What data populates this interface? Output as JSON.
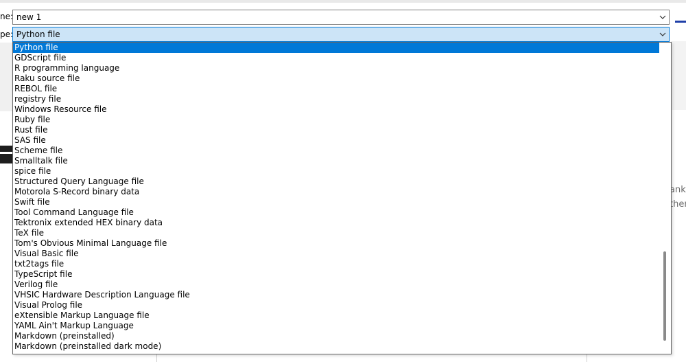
{
  "dialog": {
    "name_label": "ne:",
    "name_value": "new 1",
    "type_label": "pe:",
    "type_value": "Python file"
  },
  "dropdown": {
    "items": [
      "Python file",
      "GDScript file",
      "R programming language",
      "Raku source file",
      "REBOL file",
      "registry file",
      "Windows Resource file",
      "Ruby file",
      "Rust file",
      "SAS file",
      "Scheme file",
      "Smalltalk file",
      "spice file",
      "Structured Query Language file",
      "Motorola S-Record binary data",
      "Swift file",
      "Tool Command Language file",
      "Tektronix extended HEX binary data",
      "TeX file",
      "Tom's Obvious Minimal Language file",
      "Visual Basic file",
      "txt2tags file",
      "TypeScript file",
      "Verilog file",
      "VHSIC Hardware Description Language file",
      "Visual Prolog file",
      "eXtensible Markup Language file",
      "YAML Ain't Markup Language",
      "Markdown (preinstalled)",
      "Markdown (preinstalled dark mode)"
    ],
    "highlighted_index": 0
  },
  "background": {
    "right_text_1": "anks",
    "right_text_2": "ther"
  },
  "colors": {
    "highlight": "#0078d7",
    "selected_combo_bg": "#cce4f7"
  }
}
